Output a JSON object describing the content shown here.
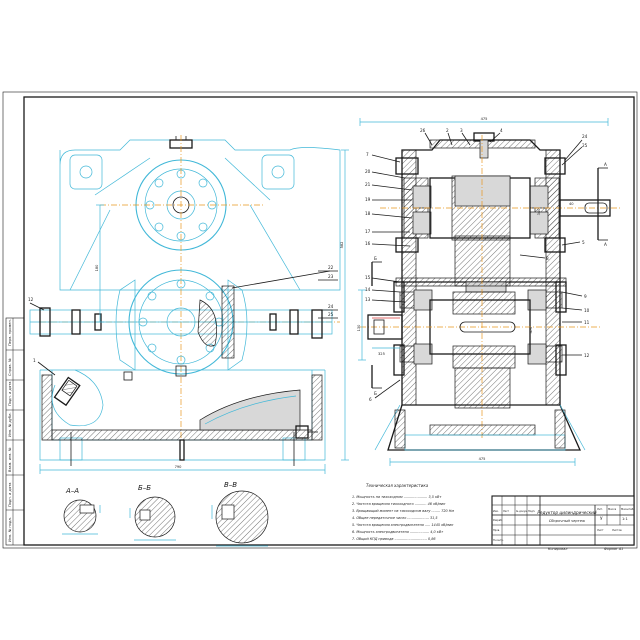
{
  "section_labels": {
    "aa": "А–А",
    "bb": "Б–Б",
    "vv": "В–В"
  },
  "view_markers": {
    "a": "А",
    "b": "Б"
  },
  "dimensions": {
    "top_width": "475",
    "left_width": "790",
    "right_width": "475",
    "left_height": "582",
    "left_mid": "180",
    "right_height": "340",
    "right_left": "130",
    "shaft_d": "40",
    "small_h": "325",
    "big_h": "470"
  },
  "callouts_left": [
    "1",
    "12",
    "22",
    "23",
    "24",
    "25"
  ],
  "callouts_right_top": [
    "26",
    "2",
    "3",
    "4"
  ],
  "callouts_right_left": [
    "7",
    "20",
    "21",
    "19",
    "18",
    "17",
    "16",
    "15",
    "14",
    "13",
    "6"
  ],
  "callouts_right_right": [
    "24",
    "25",
    "5",
    "8",
    "9",
    "10",
    "11",
    "12"
  ],
  "notes": {
    "title": "Техническая характеристика",
    "lines": [
      "1. Мощность на тихоходном ...................... 3,5 кВт",
      "2. Частота вращения тихоходного ........... 46 об/мин",
      "3. Вращающий момент на тихоходном валу ........ 720 Нм",
      "4. Общее передаточное число .................... 31,5",
      "5. Частота вращения электродвигателя ..... 1445 об/мин",
      "6. Мощность электродвигателя .................. 4,0 кВт",
      "7. Общий КПД привода .............................. 0,86"
    ]
  },
  "title_block": {
    "name": "Редуктор цилиндрический",
    "subtitle": "Сборочный чертеж",
    "stage": "У",
    "sheet_marks": [
      "Лит.",
      "Масса",
      "Масштаб",
      "Лист",
      "Листов"
    ],
    "scale": "1:1",
    "rows": [
      "Изм.",
      "Лист",
      "№ докум.",
      "Подп.",
      "Дата",
      "Разраб.",
      "Пров.",
      "Т.контр.",
      "Н.контр.",
      "Утв."
    ],
    "bottom_left": "Копировал",
    "bottom_right": "Формат А1"
  },
  "left_strip": [
    "Перв. примен.",
    "Справ. №",
    "Подп. и дата",
    "Инв. № дубл.",
    "Взам. инв. №",
    "Подп. и дата",
    "Инв. № подл."
  ]
}
